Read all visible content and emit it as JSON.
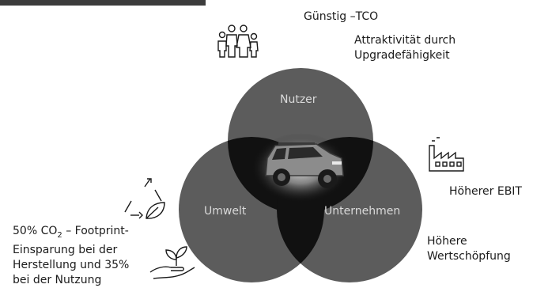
{
  "venn": {
    "top": "Nutzer",
    "left": "Umwelt",
    "right": "Unternehmen"
  },
  "labels": {
    "tco": "Günstig –TCO",
    "upgrade": "Attraktivität durch\nUpgradefähigkeit",
    "ebit": "Höherer EBIT",
    "wertschoepfung": "Höhere\nWertschöpfung",
    "co2_pre": "50% CO",
    "co2_sub": "2",
    "co2_post": " – Footprint-\nEinsparung bei der\nHerstellung und 35%\nbei der Nutzung"
  },
  "icons": {
    "family": "family-icon",
    "factory": "factory-icon",
    "recycle": "recycle-icon",
    "plant": "plant-in-hand-icon"
  },
  "colors": {
    "circle": "#5c5c5c",
    "overlap": "#111111",
    "inner_text": "#d9d9d9"
  }
}
